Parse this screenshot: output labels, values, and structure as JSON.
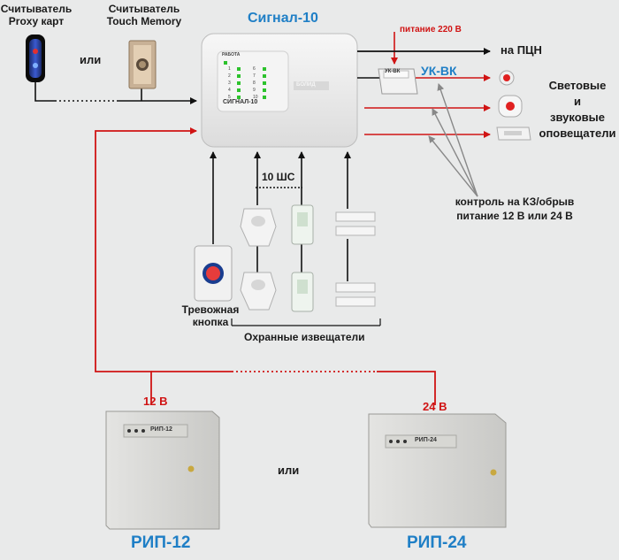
{
  "reader_proxy": {
    "line1": "Считыватель",
    "line2": "Proxy карт"
  },
  "reader_tm": {
    "line1": "Считыватель",
    "line2": "Touch Memory"
  },
  "or_top": "или",
  "controller": {
    "title": "Сигнал-10",
    "panel_status": "РАБОТА",
    "panel_name": "СИГНАЛ-10",
    "brand": "БОЛИД",
    "zones_left": [
      "1",
      "2",
      "3",
      "4",
      "5"
    ],
    "zones_right": [
      "6",
      "7",
      "8",
      "9",
      "10"
    ]
  },
  "power_220": "питание 220 В",
  "to_pcn": "на ПЦН",
  "ukvk": {
    "label": "УК-ВК",
    "device_label": "УК-ВК"
  },
  "notifiers": {
    "line1": "Световые",
    "line2": "и",
    "line3": "звуковые",
    "line4": "оповещатели"
  },
  "monitor": {
    "line1": "контроль на КЗ/обрыв",
    "line2": "питание 12 В или 24 В"
  },
  "loops": "10 ШС",
  "alarm_button": {
    "line1": "Тревожная",
    "line2": "кнопка"
  },
  "detectors": "Охранные извещатели",
  "psu_left": {
    "voltage": "12 В",
    "panel_label": "РИП-12",
    "name": "РИП-12"
  },
  "psu_right": {
    "voltage": "24 В",
    "panel_label": "РИП-24",
    "name": "РИП-24"
  },
  "or_bottom": "или",
  "colors": {
    "background": "#e9eaea",
    "accent_blue": "#1f7fc6",
    "line_red": "#d01414",
    "line_black": "#111111"
  }
}
